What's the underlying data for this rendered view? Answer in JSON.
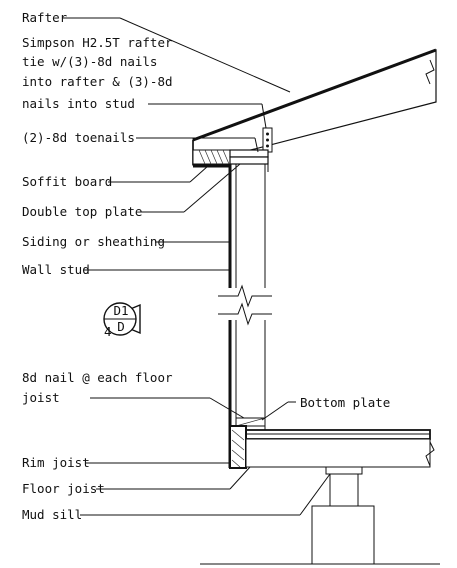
{
  "labels": {
    "rafter": "Rafter",
    "tie_line1": "Simpson H2.5T rafter",
    "tie_line2": "tie w/(3)-8d nails",
    "tie_line3": "into rafter & (3)-8d",
    "tie_line4": "nails into stud",
    "toenails": "(2)-8d toenails",
    "soffit": "Soffit board",
    "top_plate": "Double top plate",
    "siding": "Siding or sheathing",
    "wall_stud": "Wall stud",
    "nail_line1": "8d nail @ each floor",
    "nail_line2": "joist",
    "bottom_plate": "Bottom plate",
    "rim_joist": "Rim joist",
    "floor_joist": "Floor joist",
    "mud_sill": "Mud sill"
  },
  "symbol": {
    "top_text": "D1",
    "bottom_text": "D",
    "side_text": "4"
  }
}
